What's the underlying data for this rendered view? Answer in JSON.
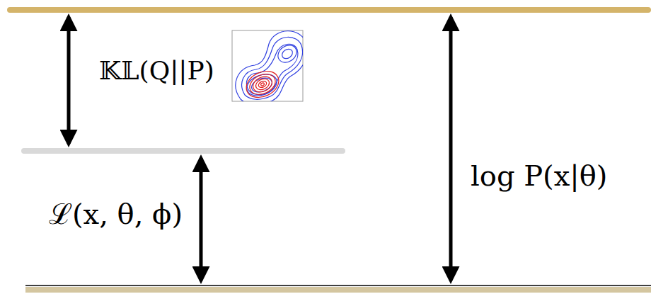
{
  "diagram": {
    "labels": [
      "𝕂𝕃(Q||P)",
      "ℒ(x, θ, ϕ)",
      "log P(x|θ)"
    ]
  }
}
